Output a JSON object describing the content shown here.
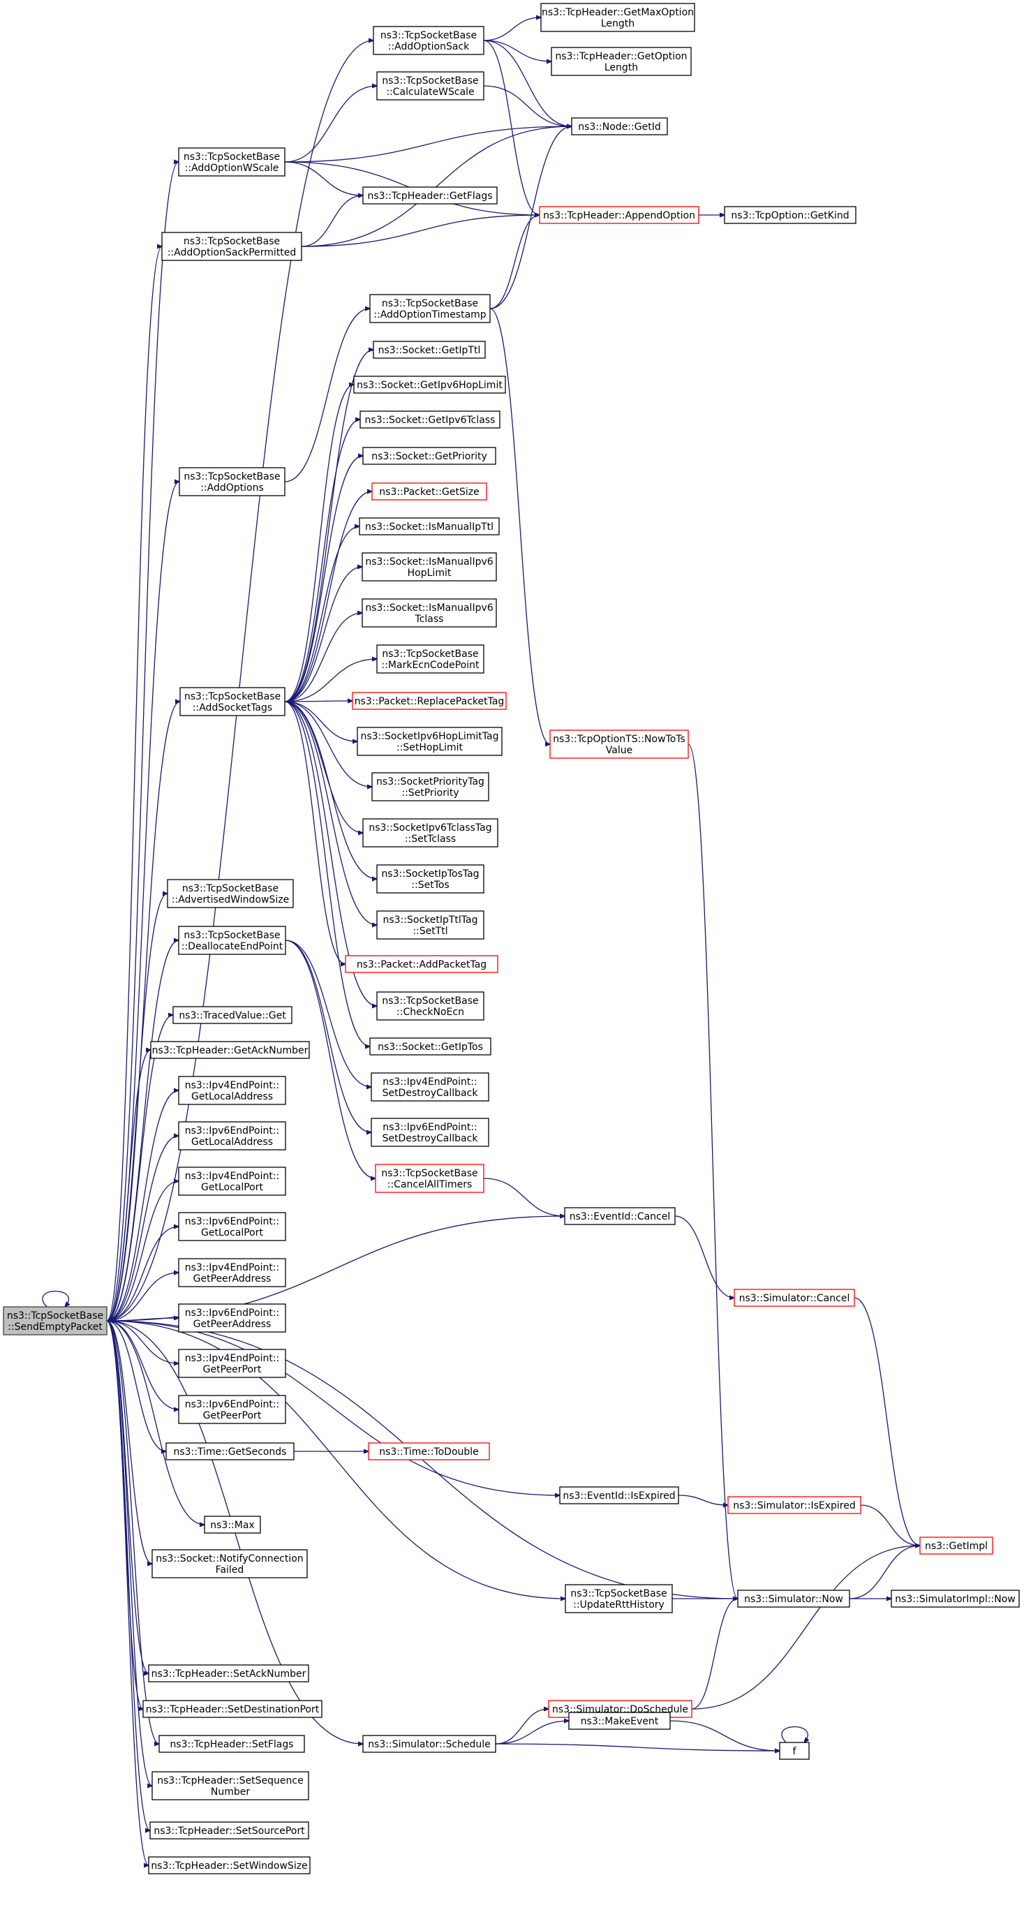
{
  "colors": {
    "edge": "#191970",
    "node_border": "#000000",
    "truncated_border": "#ff0000",
    "root_fill": "#bfbfbf"
  },
  "nodes": [
    {
      "id": "root",
      "lines": [
        "ns3::TcpSocketBase",
        "::SendEmptyPacket"
      ],
      "style": "root"
    },
    {
      "id": "sack",
      "lines": [
        "ns3::TcpSocketBase",
        "::AddOptionSack"
      ],
      "style": "normal"
    },
    {
      "id": "getmaxopt",
      "lines": [
        "ns3::TcpHeader::GetMaxOption",
        "Length"
      ],
      "style": "normal"
    },
    {
      "id": "getoptlen",
      "lines": [
        "ns3::TcpHeader::GetOption",
        "Length"
      ],
      "style": "normal"
    },
    {
      "id": "calcw",
      "lines": [
        "ns3::TcpSocketBase",
        "::CalculateWScale"
      ],
      "style": "normal"
    },
    {
      "id": "nodeid",
      "lines": [
        "ns3::Node::GetId"
      ],
      "style": "normal"
    },
    {
      "id": "wscale",
      "lines": [
        "ns3::TcpSocketBase",
        "::AddOptionWScale"
      ],
      "style": "normal"
    },
    {
      "id": "getflags",
      "lines": [
        "ns3::TcpHeader::GetFlags"
      ],
      "style": "normal"
    },
    {
      "id": "appendopt",
      "lines": [
        "ns3::TcpHeader::AppendOption"
      ],
      "style": "red"
    },
    {
      "id": "getkind",
      "lines": [
        "ns3::TcpOption::GetKind"
      ],
      "style": "normal"
    },
    {
      "id": "sackperm",
      "lines": [
        "ns3::TcpSocketBase",
        "::AddOptionSackPermitted"
      ],
      "style": "normal"
    },
    {
      "id": "timestamp",
      "lines": [
        "ns3::TcpSocketBase",
        "::AddOptionTimestamp"
      ],
      "style": "normal"
    },
    {
      "id": "getipttl",
      "lines": [
        "ns3::Socket::GetIpTtl"
      ],
      "style": "normal"
    },
    {
      "id": "getipv6hop",
      "lines": [
        "ns3::Socket::GetIpv6HopLimit"
      ],
      "style": "normal"
    },
    {
      "id": "getipv6tc",
      "lines": [
        "ns3::Socket::GetIpv6Tclass"
      ],
      "style": "normal"
    },
    {
      "id": "addoptions",
      "lines": [
        "ns3::TcpSocketBase",
        "::AddOptions"
      ],
      "style": "normal"
    },
    {
      "id": "getprio",
      "lines": [
        "ns3::Socket::GetPriority"
      ],
      "style": "normal"
    },
    {
      "id": "getsize",
      "lines": [
        "ns3::Packet::GetSize"
      ],
      "style": "red"
    },
    {
      "id": "ismanipttl",
      "lines": [
        "ns3::Socket::IsManualIpTtl"
      ],
      "style": "normal"
    },
    {
      "id": "ismanhop",
      "lines": [
        "ns3::Socket::IsManualIpv6",
        "HopLimit"
      ],
      "style": "normal"
    },
    {
      "id": "ismantc",
      "lines": [
        "ns3::Socket::IsManualIpv6",
        "Tclass"
      ],
      "style": "normal"
    },
    {
      "id": "markecn",
      "lines": [
        "ns3::TcpSocketBase",
        "::MarkEcnCodePoint"
      ],
      "style": "normal"
    },
    {
      "id": "addsock",
      "lines": [
        "ns3::TcpSocketBase",
        "::AddSocketTags"
      ],
      "style": "normal"
    },
    {
      "id": "replacetag",
      "lines": [
        "ns3::Packet::ReplacePacketTag"
      ],
      "style": "red"
    },
    {
      "id": "nowtots",
      "lines": [
        "ns3::TcpOptionTS::NowToTs",
        "Value"
      ],
      "style": "red"
    },
    {
      "id": "hoptag",
      "lines": [
        "ns3::SocketIpv6HopLimitTag",
        "::SetHopLimit"
      ],
      "style": "normal"
    },
    {
      "id": "priotag",
      "lines": [
        "ns3::SocketPriorityTag",
        "::SetPriority"
      ],
      "style": "normal"
    },
    {
      "id": "tctag",
      "lines": [
        "ns3::SocketIpv6TclassTag",
        "::SetTclass"
      ],
      "style": "normal"
    },
    {
      "id": "tostag",
      "lines": [
        "ns3::SocketIpTosTag",
        "::SetTos"
      ],
      "style": "normal"
    },
    {
      "id": "advwin",
      "lines": [
        "ns3::TcpSocketBase",
        "::AdvertisedWindowSize"
      ],
      "style": "normal"
    },
    {
      "id": "ttltag",
      "lines": [
        "ns3::SocketIpTtlTag",
        "::SetTtl"
      ],
      "style": "normal"
    },
    {
      "id": "dealloc",
      "lines": [
        "ns3::TcpSocketBase",
        "::DeallocateEndPoint"
      ],
      "style": "normal"
    },
    {
      "id": "addpkttag",
      "lines": [
        "ns3::Packet::AddPacketTag"
      ],
      "style": "red"
    },
    {
      "id": "checknoecn",
      "lines": [
        "ns3::TcpSocketBase",
        "::CheckNoEcn"
      ],
      "style": "normal"
    },
    {
      "id": "tracedget",
      "lines": [
        "ns3::TracedValue::Get"
      ],
      "style": "normal"
    },
    {
      "id": "getiptos",
      "lines": [
        "ns3::Socket::GetIpTos"
      ],
      "style": "normal"
    },
    {
      "id": "getack",
      "lines": [
        "ns3::TcpHeader::GetAckNumber"
      ],
      "style": "normal"
    },
    {
      "id": "v4destroy",
      "lines": [
        "ns3::Ipv4EndPoint::",
        "SetDestroyCallback"
      ],
      "style": "normal"
    },
    {
      "id": "v4locaddr",
      "lines": [
        "ns3::Ipv4EndPoint::",
        "GetLocalAddress"
      ],
      "style": "normal"
    },
    {
      "id": "v6destroy",
      "lines": [
        "ns3::Ipv6EndPoint::",
        "SetDestroyCallback"
      ],
      "style": "normal"
    },
    {
      "id": "v6locaddr",
      "lines": [
        "ns3::Ipv6EndPoint::",
        "GetLocalAddress"
      ],
      "style": "normal"
    },
    {
      "id": "cancelall",
      "lines": [
        "ns3::TcpSocketBase",
        "::CancelAllTimers"
      ],
      "style": "red"
    },
    {
      "id": "v4locport",
      "lines": [
        "ns3::Ipv4EndPoint::",
        "GetLocalPort"
      ],
      "style": "normal"
    },
    {
      "id": "evcancel",
      "lines": [
        "ns3::EventId::Cancel"
      ],
      "style": "normal"
    },
    {
      "id": "v6locport",
      "lines": [
        "ns3::Ipv6EndPoint::",
        "GetLocalPort"
      ],
      "style": "normal"
    },
    {
      "id": "v4peeraddr",
      "lines": [
        "ns3::Ipv4EndPoint::",
        "GetPeerAddress"
      ],
      "style": "normal"
    },
    {
      "id": "simcancel",
      "lines": [
        "ns3::Simulator::Cancel"
      ],
      "style": "red"
    },
    {
      "id": "v6peeraddr",
      "lines": [
        "ns3::Ipv6EndPoint::",
        "GetPeerAddress"
      ],
      "style": "normal"
    },
    {
      "id": "v4peerport",
      "lines": [
        "ns3::Ipv4EndPoint::",
        "GetPeerPort"
      ],
      "style": "normal"
    },
    {
      "id": "v6peerport",
      "lines": [
        "ns3::Ipv6EndPoint::",
        "GetPeerPort"
      ],
      "style": "normal"
    },
    {
      "id": "getseconds",
      "lines": [
        "ns3::Time::GetSeconds"
      ],
      "style": "normal"
    },
    {
      "id": "todouble",
      "lines": [
        "ns3::Time::ToDouble"
      ],
      "style": "red"
    },
    {
      "id": "isexpired",
      "lines": [
        "ns3::EventId::IsExpired"
      ],
      "style": "normal"
    },
    {
      "id": "simisexp",
      "lines": [
        "ns3::Simulator::IsExpired"
      ],
      "style": "red"
    },
    {
      "id": "max",
      "lines": [
        "ns3::Max"
      ],
      "style": "normal"
    },
    {
      "id": "getimpl",
      "lines": [
        "ns3::GetImpl"
      ],
      "style": "red"
    },
    {
      "id": "notify",
      "lines": [
        "ns3::Socket::NotifyConnection",
        "Failed"
      ],
      "style": "normal"
    },
    {
      "id": "updrtt",
      "lines": [
        "ns3::TcpSocketBase",
        "::UpdateRttHistory"
      ],
      "style": "normal"
    },
    {
      "id": "simnow",
      "lines": [
        "ns3::Simulator::Now"
      ],
      "style": "normal"
    },
    {
      "id": "implnow",
      "lines": [
        "ns3::SimulatorImpl::Now"
      ],
      "style": "normal"
    },
    {
      "id": "setack",
      "lines": [
        "ns3::TcpHeader::SetAckNumber"
      ],
      "style": "normal"
    },
    {
      "id": "setdport",
      "lines": [
        "ns3::TcpHeader::SetDestinationPort"
      ],
      "style": "normal"
    },
    {
      "id": "dosched",
      "lines": [
        "ns3::Simulator::DoSchedule"
      ],
      "style": "red"
    },
    {
      "id": "setflags",
      "lines": [
        "ns3::TcpHeader::SetFlags"
      ],
      "style": "normal"
    },
    {
      "id": "makeevent",
      "lines": [
        "ns3::MakeEvent"
      ],
      "style": "normal"
    },
    {
      "id": "schedule",
      "lines": [
        "ns3::Simulator::Schedule"
      ],
      "style": "normal"
    },
    {
      "id": "f",
      "lines": [
        "f"
      ],
      "style": "normal"
    },
    {
      "id": "setseq",
      "lines": [
        "ns3::TcpHeader::SetSequence",
        "Number"
      ],
      "style": "normal"
    },
    {
      "id": "setsport",
      "lines": [
        "ns3::TcpHeader::SetSourcePort"
      ],
      "style": "normal"
    },
    {
      "id": "setwin",
      "lines": [
        "ns3::TcpHeader::SetWindowSize"
      ],
      "style": "normal"
    }
  ],
  "edges": [
    [
      "root",
      "root"
    ],
    [
      "root",
      "sack"
    ],
    [
      "root",
      "wscale"
    ],
    [
      "root",
      "sackperm"
    ],
    [
      "root",
      "addoptions"
    ],
    [
      "root",
      "addsock"
    ],
    [
      "root",
      "advwin"
    ],
    [
      "root",
      "dealloc"
    ],
    [
      "root",
      "tracedget"
    ],
    [
      "root",
      "getack"
    ],
    [
      "root",
      "v4locaddr"
    ],
    [
      "root",
      "v6locaddr"
    ],
    [
      "root",
      "v4locport"
    ],
    [
      "root",
      "v6locport"
    ],
    [
      "root",
      "v4peeraddr"
    ],
    [
      "root",
      "v6peeraddr"
    ],
    [
      "root",
      "v4peerport"
    ],
    [
      "root",
      "v6peerport"
    ],
    [
      "root",
      "getseconds"
    ],
    [
      "root",
      "isexpired"
    ],
    [
      "root",
      "max"
    ],
    [
      "root",
      "notify"
    ],
    [
      "root",
      "updrtt"
    ],
    [
      "root",
      "simnow"
    ],
    [
      "root",
      "setack"
    ],
    [
      "root",
      "setdport"
    ],
    [
      "root",
      "setflags"
    ],
    [
      "root",
      "setseq"
    ],
    [
      "root",
      "setsport"
    ],
    [
      "root",
      "setwin"
    ],
    [
      "root",
      "schedule"
    ],
    [
      "root",
      "evcancel"
    ],
    [
      "sack",
      "getmaxopt"
    ],
    [
      "sack",
      "getoptlen"
    ],
    [
      "sack",
      "nodeid"
    ],
    [
      "sack",
      "appendopt"
    ],
    [
      "wscale",
      "calcw"
    ],
    [
      "wscale",
      "nodeid"
    ],
    [
      "wscale",
      "getflags"
    ],
    [
      "wscale",
      "appendopt"
    ],
    [
      "calcw",
      "nodeid"
    ],
    [
      "sackperm",
      "getflags"
    ],
    [
      "sackperm",
      "nodeid"
    ],
    [
      "sackperm",
      "appendopt"
    ],
    [
      "appendopt",
      "getkind"
    ],
    [
      "addoptions",
      "timestamp"
    ],
    [
      "timestamp",
      "nodeid"
    ],
    [
      "timestamp",
      "appendopt"
    ],
    [
      "timestamp",
      "nowtots"
    ],
    [
      "nowtots",
      "simnow"
    ],
    [
      "addsock",
      "getipttl"
    ],
    [
      "addsock",
      "getipv6hop"
    ],
    [
      "addsock",
      "getipv6tc"
    ],
    [
      "addsock",
      "getprio"
    ],
    [
      "addsock",
      "getsize"
    ],
    [
      "addsock",
      "ismanipttl"
    ],
    [
      "addsock",
      "ismanhop"
    ],
    [
      "addsock",
      "ismantc"
    ],
    [
      "addsock",
      "markecn"
    ],
    [
      "addsock",
      "replacetag"
    ],
    [
      "addsock",
      "hoptag"
    ],
    [
      "addsock",
      "priotag"
    ],
    [
      "addsock",
      "tctag"
    ],
    [
      "addsock",
      "tostag"
    ],
    [
      "addsock",
      "ttltag"
    ],
    [
      "addsock",
      "addpkttag"
    ],
    [
      "addsock",
      "checknoecn"
    ],
    [
      "addsock",
      "getiptos"
    ],
    [
      "dealloc",
      "v4destroy"
    ],
    [
      "dealloc",
      "v6destroy"
    ],
    [
      "dealloc",
      "cancelall"
    ],
    [
      "cancelall",
      "evcancel"
    ],
    [
      "evcancel",
      "simcancel"
    ],
    [
      "simcancel",
      "getimpl"
    ],
    [
      "getseconds",
      "todouble"
    ],
    [
      "isexpired",
      "simisexp"
    ],
    [
      "simisexp",
      "getimpl"
    ],
    [
      "updrtt",
      "simnow"
    ],
    [
      "simnow",
      "getimpl"
    ],
    [
      "simnow",
      "implnow"
    ],
    [
      "schedule",
      "dosched"
    ],
    [
      "schedule",
      "makeevent"
    ],
    [
      "schedule",
      "f"
    ],
    [
      "dosched",
      "simnow"
    ],
    [
      "dosched",
      "getimpl"
    ],
    [
      "makeevent",
      "f"
    ],
    [
      "f",
      "f"
    ]
  ]
}
